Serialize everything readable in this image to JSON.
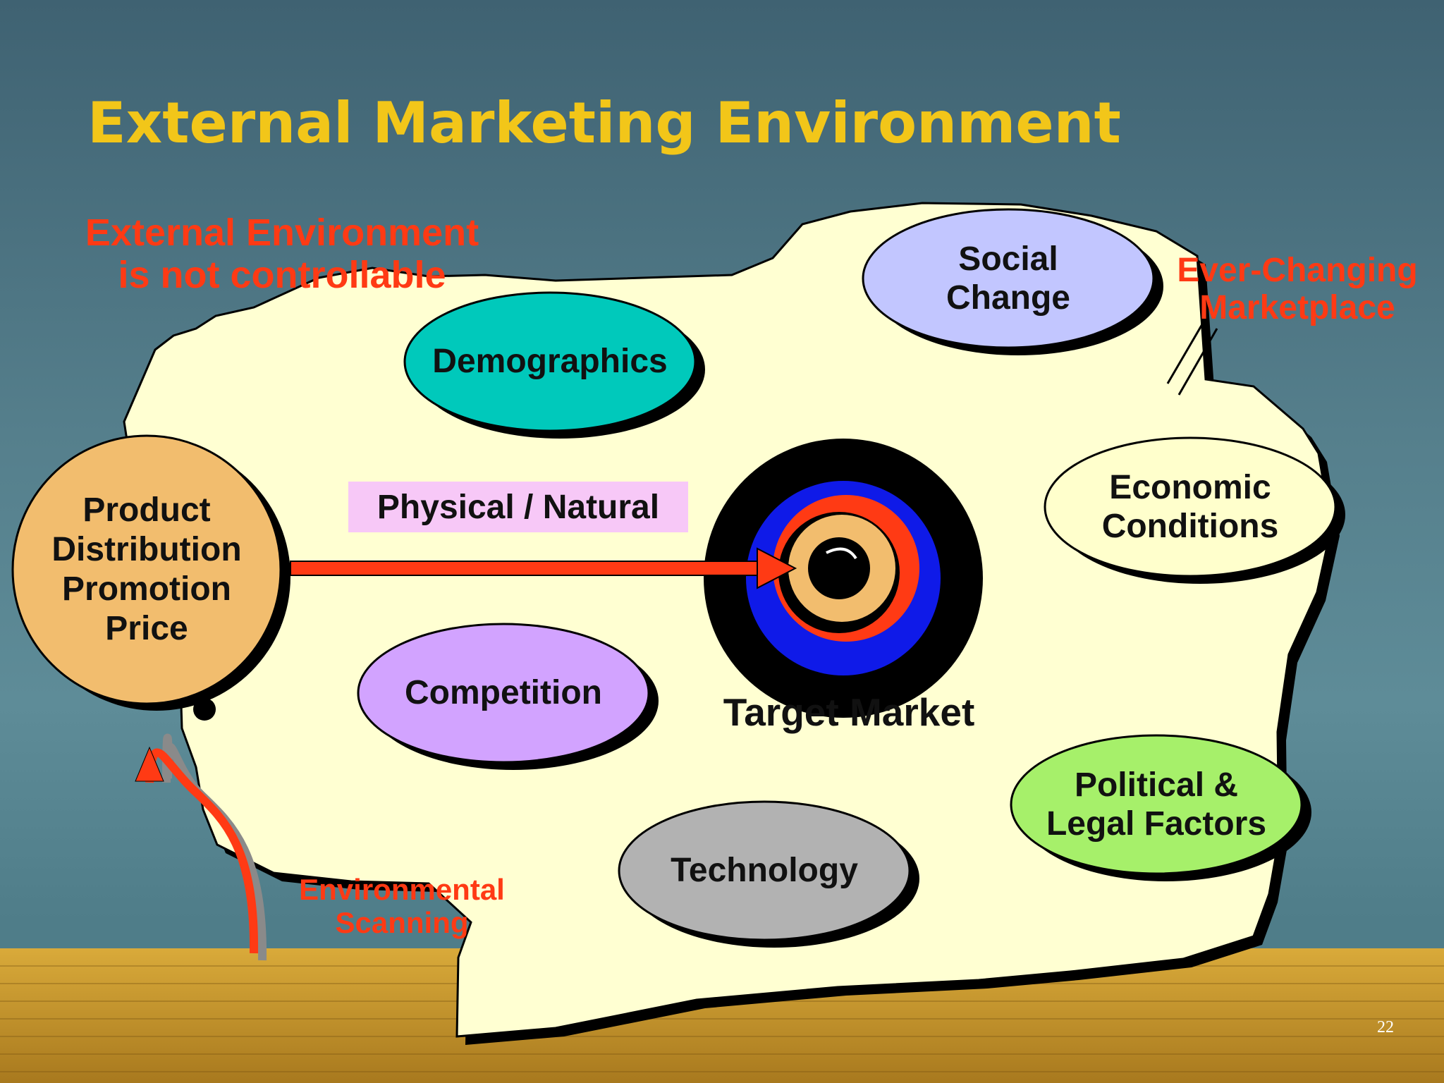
{
  "title": "External Marketing Environment",
  "notes": {
    "not_controllable": [
      "External Environment",
      "is not controllable"
    ],
    "ever_changing": [
      "Ever-Changing",
      "Marketplace"
    ],
    "scanning": [
      "Environmental",
      "Scanning"
    ]
  },
  "factors": {
    "social": [
      "Social",
      "Change"
    ],
    "demographics": [
      "Demographics"
    ],
    "economic": [
      "Economic",
      "Conditions"
    ],
    "competition": [
      "Competition"
    ],
    "political": [
      "Political &",
      "Legal Factors"
    ],
    "technology": [
      "Technology"
    ],
    "physical": "Physical / Natural"
  },
  "marketing_mix": [
    "Product",
    "Distribution",
    "Promotion",
    "Price"
  ],
  "target_market": "Target Market",
  "page_number": "22",
  "colors": {
    "title": "#f2c619",
    "notes": "#ff3a14",
    "board": "#ffffd2",
    "social": "#c2c6ff",
    "demographics": "#00c9bb",
    "economic": "#ffffcc",
    "competition": "#d2a3ff",
    "political": "#a6f06a",
    "technology": "#b2b2b2",
    "physical": "#f7c8f7",
    "marketing_mix": "#f2bd6e",
    "arrow": "#ff3a14",
    "target_ring_1": "#000000",
    "target_ring_2": "#0f1ae8",
    "target_ring_3": "#ff3a14",
    "target_ring_4": "#f2bd6e"
  }
}
